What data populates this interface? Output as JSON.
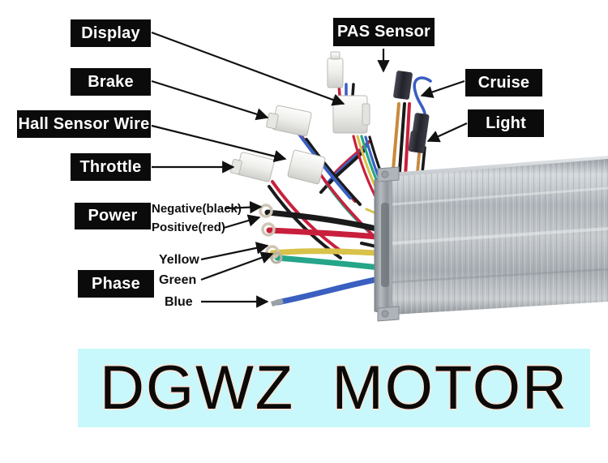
{
  "image": {
    "subject": "Electric bike brushless motor controller wiring diagram",
    "background_color": "#ffffff"
  },
  "labels": {
    "display": "Display",
    "brake": "Brake",
    "hall_sensor_wire": "Hall Sensor Wire",
    "throttle": "Throttle",
    "power": "Power",
    "phase": "Phase",
    "pas_sensor": "PAS Sensor",
    "cruise": "Cruise",
    "light": "Light"
  },
  "sublabels": {
    "negative": "Negative(black)",
    "positive": "Positive(red)",
    "yellow": "Yellow",
    "green": "Green",
    "blue": "Blue"
  },
  "banner": {
    "text": "DGWZ  MOTOR",
    "background_color": "#c8f8fc",
    "text_color": "#0a0a0a",
    "outline_color": "#fbe3d3"
  },
  "colors": {
    "chip_background": "#0b0b0b",
    "chip_text": "#ffffff",
    "arrow": "#111111",
    "controller_body": "#b9bdc2",
    "wire_red": "#c8203c",
    "wire_black": "#1a1a1a",
    "wire_yellow": "#d8c24a",
    "wire_green": "#25a58a",
    "wire_blue": "#3a5fc0",
    "wire_orange": "#c98a3a",
    "connector_white": "#f2f2f0",
    "connector_black": "#2b2b33"
  }
}
